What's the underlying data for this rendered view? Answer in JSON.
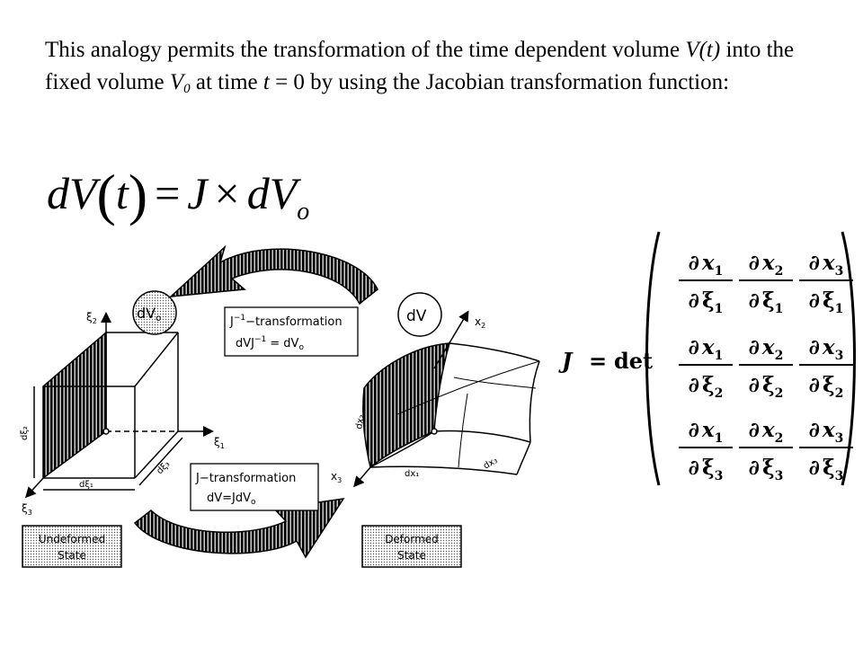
{
  "intro": {
    "part1": "This analogy permits the transformation of the time dependent volume ",
    "vt": "V(t)",
    "part2": " into the fixed volume ",
    "v": "V",
    "v_sub": "0",
    "part3": " at time ",
    "t": "t",
    "part4": " = 0 by using the Jacobian transformation function:"
  },
  "formula": {
    "lhs_d": "dV",
    "lparen": "(",
    "t": "t",
    "rparen": ")",
    "eq": "=",
    "J": "J",
    "times": "×",
    "rhs": "dV",
    "rhs_sub": "o"
  },
  "diagram": {
    "undeformed_cube": {
      "axis_xi1": "ξ",
      "axis_xi1_sub": "1",
      "axis_xi2": "ξ",
      "axis_xi2_sub": "2",
      "axis_xi3": "ξ",
      "axis_xi3_sub": "3",
      "d_xi1": "dξ₁",
      "d_xi2": "dξ₂",
      "d_xi3": "dξ₃",
      "volume_bubble": "dV",
      "volume_bubble_sub": "o",
      "state_box": [
        "Undeformed",
        "State"
      ]
    },
    "deformed_cube": {
      "axis_x2": "x",
      "axis_x2_sub": "2",
      "axis_x3": "x",
      "axis_x3_sub": "3",
      "d_x1": "dx₁",
      "d_x2": "dx₂",
      "d_x3": "dx₃",
      "volume_bubble": "dV",
      "state_box": [
        "Deformed",
        "State"
      ]
    },
    "inverse_transformation": {
      "line1_J": "J",
      "line1_exp": "−1",
      "line1_rest": "−transformation",
      "line2_a": "dVJ",
      "line2_exp": "−1",
      "line2_b": "= dV",
      "line2_sub": "o"
    },
    "forward_transformation": {
      "line1": "J−transformation",
      "line2_a": "dV=JdV",
      "line2_sub": "o"
    }
  },
  "jacobian": {
    "lhs": "J",
    "eq": "=",
    "det": "det",
    "partial": "∂",
    "cells": [
      [
        {
          "num": "x",
          "num_sub": "1",
          "den": "ξ",
          "den_sub": "1"
        },
        {
          "num": "x",
          "num_sub": "2",
          "den": "ξ",
          "den_sub": "1"
        },
        {
          "num": "x",
          "num_sub": "3",
          "den": "ξ",
          "den_sub": "1"
        }
      ],
      [
        {
          "num": "x",
          "num_sub": "1",
          "den": "ξ",
          "den_sub": "2"
        },
        {
          "num": "x",
          "num_sub": "2",
          "den": "ξ",
          "den_sub": "2"
        },
        {
          "num": "x",
          "num_sub": "3",
          "den": "ξ",
          "den_sub": "2"
        }
      ],
      [
        {
          "num": "x",
          "num_sub": "1",
          "den": "ξ",
          "den_sub": "3"
        },
        {
          "num": "x",
          "num_sub": "2",
          "den": "ξ",
          "den_sub": "3"
        },
        {
          "num": "x",
          "num_sub": "3",
          "den": "ξ",
          "den_sub": "3"
        }
      ]
    ]
  }
}
